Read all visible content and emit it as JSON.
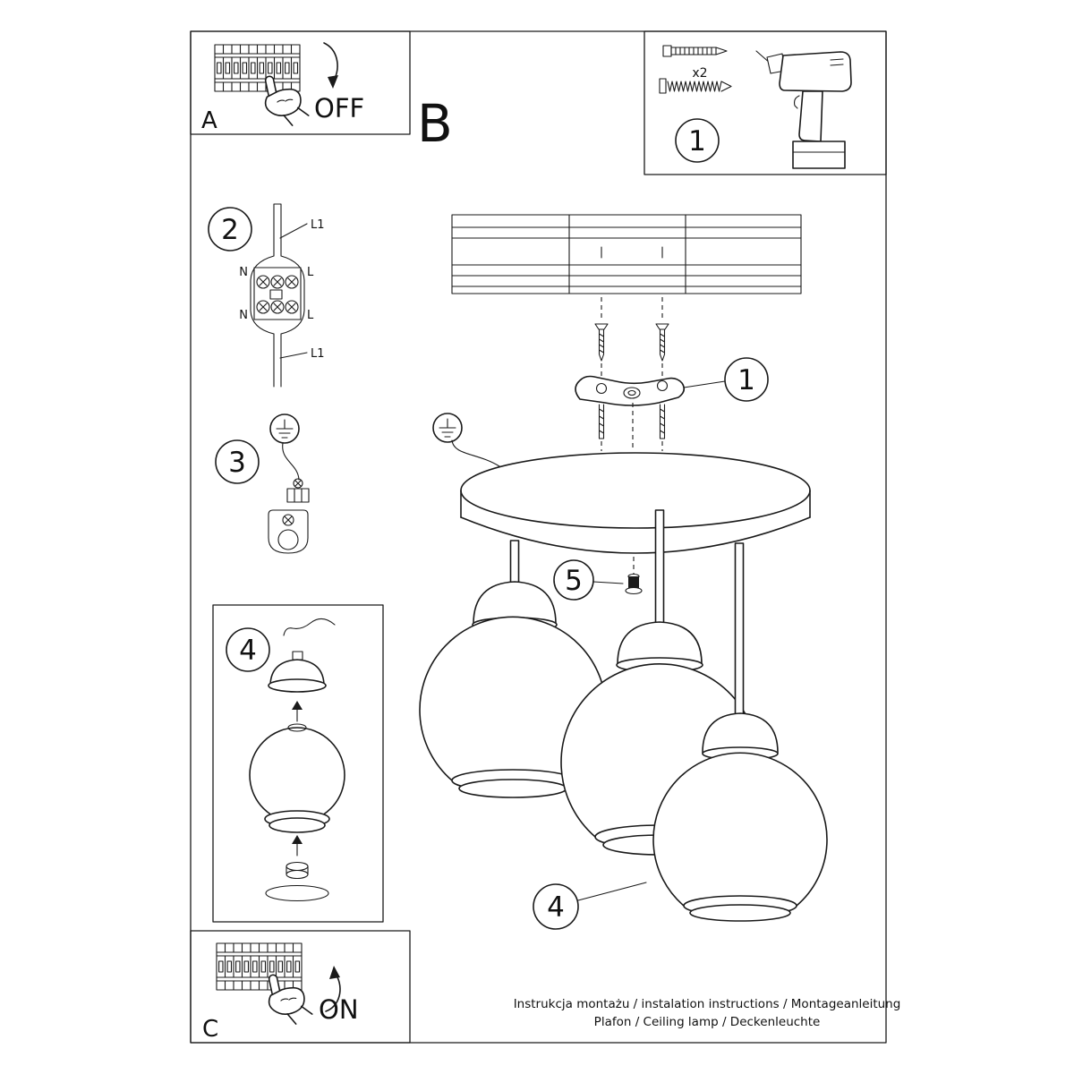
{
  "colors": {
    "line": "#1a1a1a",
    "background": "#ffffff"
  },
  "panel_a": {
    "letter": "A",
    "action": "OFF"
  },
  "section_b": {
    "letter": "B"
  },
  "panel_tools": {
    "number": "1",
    "quantity": "x2"
  },
  "step_wiring": {
    "number": "2",
    "l1_top": "L1",
    "n_top": "N",
    "l_top": "L",
    "n_bottom": "N",
    "l_bottom": "L",
    "l1_bottom": "L1"
  },
  "step_ground": {
    "number": "3"
  },
  "step_shade": {
    "number": "4"
  },
  "panel_c": {
    "letter": "C",
    "action": "ON"
  },
  "assembly": {
    "bracket_callout": "1",
    "collar_callout": "5",
    "globe_callout": "4"
  },
  "footer": {
    "line1": "Instrukcja montażu / instalation instructions / Montageanleitung",
    "line2": "Plafon / Ceiling lamp / Deckenleuchte"
  }
}
